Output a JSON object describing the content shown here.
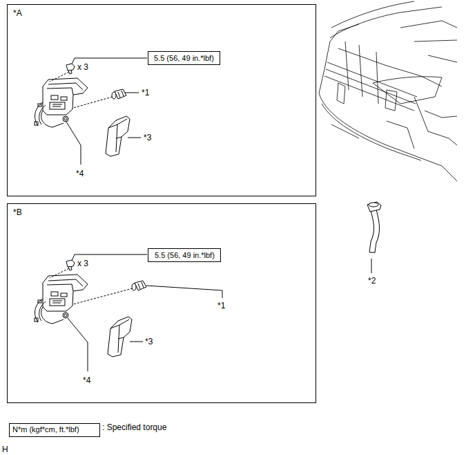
{
  "diagram": {
    "nodes": [
      {
        "text": [
          "*A"
        ]
      },
      {
        "text": [
          "5.5 (56, 49 in.*lbf)"
        ],
        "in": 0
      },
      {
        "text": [
          "*B"
        ]
      },
      {
        "text": [
          "5.5 (56, 49 in.*lbf)"
        ],
        "in": 2
      },
      {
        "text": [
          "N*m (kgf*cm, ft.*lbf)"
        ]
      }
    ],
    "labels": [
      "x 3",
      "*1",
      "*3",
      "*4",
      "*2",
      "x 3",
      "*1",
      "*3",
      "*4",
      ": Specified torque",
      "H"
    ]
  }
}
